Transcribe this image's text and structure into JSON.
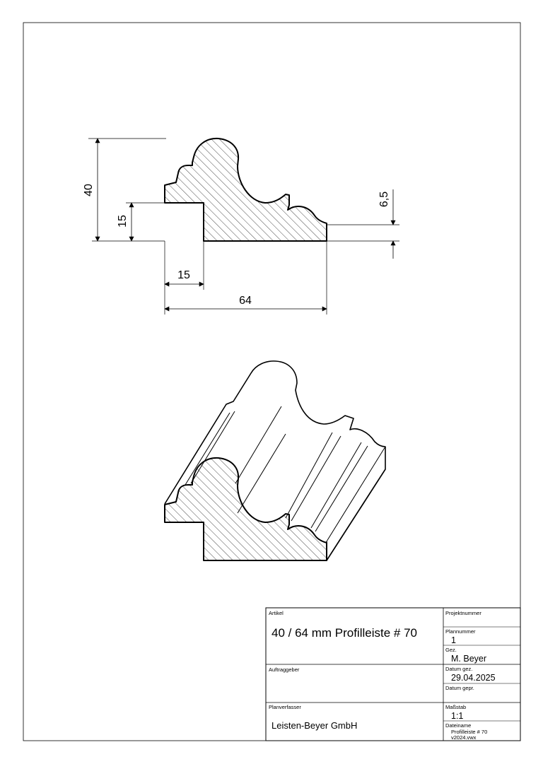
{
  "dimensions": {
    "height_total": "40",
    "height_step": "15",
    "height_edge": "6,5",
    "width_step": "15",
    "width_total": "64"
  },
  "title_block": {
    "artikel_label": "Artikel",
    "artikel_value": "40 / 64 mm Profilleiste # 70",
    "projektnummer_label": "Projektnummer",
    "plannummer_label": "Plannummer",
    "plannummer_value": "1",
    "gez_label": "Gez.",
    "gez_value": "M. Beyer",
    "auftraggeber_label": "Auftraggeber",
    "datum_gez_label": "Datum gez.",
    "datum_gez_value": "29.04.2025",
    "datum_gepr_label": "Datum gepr.",
    "planverfasser_label": "Planverfasser",
    "planverfasser_value": "Leisten-Beyer GmbH",
    "massstab_label": "Maßstab",
    "massstab_value": "1:1",
    "dateiname_label": "Dateiname",
    "dateiname_line1": "Profilleiste # 70",
    "dateiname_line2": "v2024.vwx"
  }
}
